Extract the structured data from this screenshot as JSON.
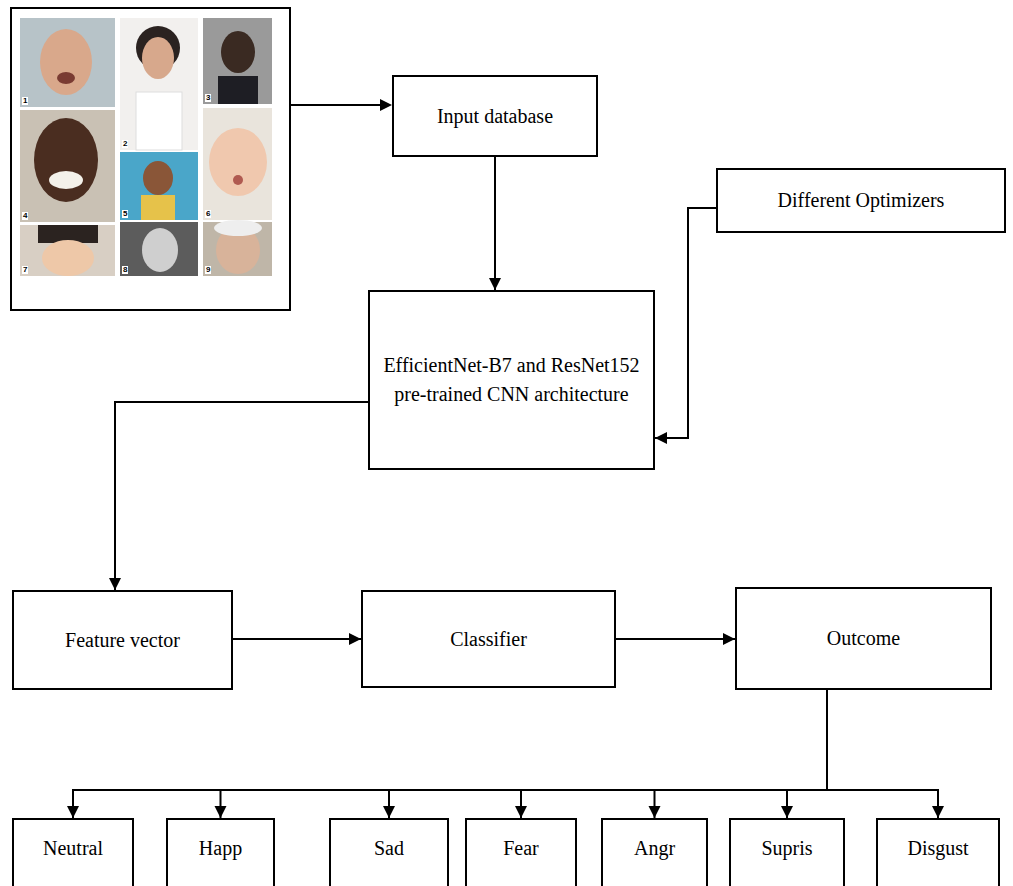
{
  "diagram": {
    "nodes": [
      {
        "text": [
          "Input database"
        ]
      },
      {
        "text": [
          "Different Optimizers"
        ]
      },
      {
        "text": [
          "EfficientNet-B7 and ResNet152 pre-trained CNN architecture"
        ]
      },
      {
        "text": [
          "Feature vector"
        ]
      },
      {
        "text": [
          "Classifier"
        ]
      },
      {
        "text": [
          "Outcome"
        ]
      },
      {
        "text": [
          "Neutral"
        ]
      },
      {
        "text": [
          "Happ"
        ]
      },
      {
        "text": [
          "Sad"
        ]
      },
      {
        "text": [
          "Fear"
        ]
      },
      {
        "text": [
          "Angr"
        ]
      },
      {
        "text": [
          "Supris"
        ]
      },
      {
        "text": [
          "Disgust"
        ]
      }
    ],
    "edges": [
      {
        "from": 0,
        "to": 2,
        "arrow": "to"
      },
      {
        "from": 1,
        "to": 2,
        "arrow": "to"
      },
      {
        "from": 2,
        "to": 3,
        "arrow": "to"
      },
      {
        "from": 3,
        "to": 4,
        "arrow": "to"
      },
      {
        "from": 4,
        "to": 5,
        "arrow": "to"
      },
      {
        "from": 5,
        "to": 6,
        "arrow": "to"
      },
      {
        "from": 5,
        "to": 7,
        "arrow": "to"
      },
      {
        "from": 5,
        "to": 8,
        "arrow": "to"
      },
      {
        "from": 5,
        "to": 9,
        "arrow": "to"
      },
      {
        "from": 5,
        "to": 10,
        "arrow": "to"
      },
      {
        "from": 5,
        "to": 11,
        "arrow": "to"
      },
      {
        "from": 5,
        "to": 12,
        "arrow": "to"
      }
    ],
    "labels": [
      "1",
      "2",
      "3",
      "4",
      "5",
      "6",
      "7",
      "8",
      "9"
    ]
  }
}
